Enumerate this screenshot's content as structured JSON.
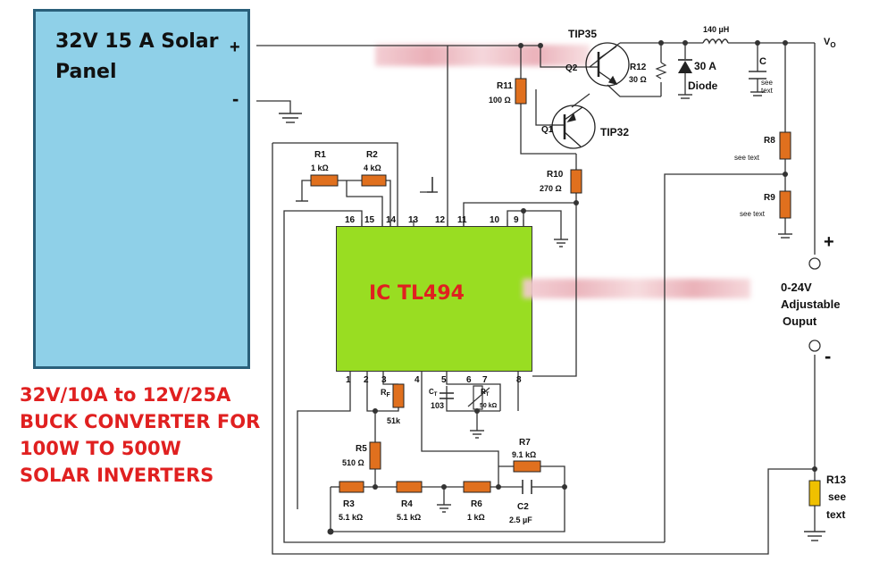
{
  "panel": {
    "title_line1": "32V 15 A Solar",
    "title_line2": "Panel",
    "plus": "+",
    "minus": "-"
  },
  "heading": {
    "line1": "32V/10A to 12V/25A",
    "line2": "BUCK CONVERTER FOR",
    "line3": "100W TO 500W",
    "line4": "SOLAR INVERTERS"
  },
  "ic": {
    "label": "IC TL494",
    "pins_top": [
      "16",
      "15",
      "14",
      "13",
      "12",
      "11",
      "10",
      "9"
    ],
    "pins_bottom": [
      "1",
      "2",
      "3",
      "4",
      "5",
      "6",
      "7",
      "8"
    ]
  },
  "components": {
    "tip35": "TIP35",
    "q2": "Q2",
    "r12": "R12",
    "r12_val": "30 Ω",
    "diode_line1": "30 A",
    "diode_line2": "Diode",
    "inductor": "140 µH",
    "cap_c": "C",
    "cap_c_line1": "see",
    "cap_c_line2": "text",
    "vo": "V",
    "vo_sub": "O",
    "r11": "R11",
    "r11_val": "100 Ω",
    "q1": "Q1",
    "tip32": "TIP32",
    "r10": "R10",
    "r10_val": "270 Ω",
    "r8": "R8",
    "r8_val": "see text",
    "r9": "R9",
    "r9_val": "see text",
    "r1": "R1",
    "r1_val": "1 kΩ",
    "r2": "R2",
    "r2_val": "4 kΩ",
    "rf": "R",
    "rf_sub": "F",
    "rf_val": "51k",
    "ct": "C",
    "ct_sub": "T",
    "ct_val": "103",
    "rt": "R",
    "rt_sub": "T",
    "rt_val": "50 kΩ",
    "r5": "R5",
    "r5_val": "510 Ω",
    "r7": "R7",
    "r7_val": "9.1 kΩ",
    "r3": "R3",
    "r3_val": "5.1 kΩ",
    "r4": "R4",
    "r4_val": "5.1 kΩ",
    "r6": "R6",
    "r6_val": "1 kΩ",
    "c2": "C2",
    "c2_val": "2.5 µF",
    "r13": "R13",
    "r13_line1": "see",
    "r13_line2": "text"
  },
  "output": {
    "plus": "+",
    "minus": "-",
    "line1": "0-24V",
    "line2": "Adjustable",
    "line3": "Ouput"
  },
  "colors": {
    "panel": "#8fd0e8",
    "ic": "#99dd22",
    "resistor": "#e0701e",
    "r13": "#f0c000",
    "heading": "#e02020",
    "wire": "#333333"
  }
}
